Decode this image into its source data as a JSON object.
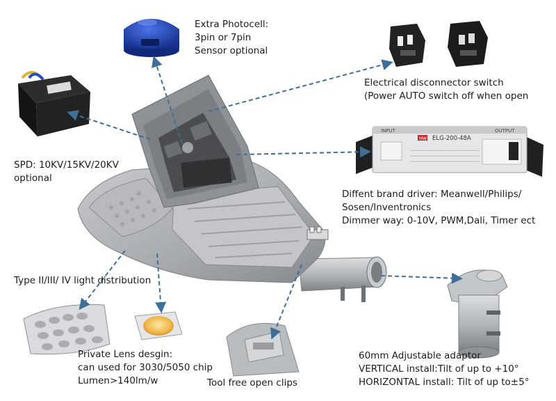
{
  "callouts": {
    "photocell": {
      "lines": [
        "Extra Photocell:",
        "3pin or 7pin",
        "Sensor optional"
      ]
    },
    "disconnector": {
      "lines": [
        "Electrical disconnector switch",
        "(Power AUTO switch off when open"
      ]
    },
    "spd": {
      "lines": [
        "SPD: 10KV/15KV/20KV",
        "optional"
      ]
    },
    "driver": {
      "lines": [
        "Diffent brand driver: Meanwell/Philips/",
        "Sosen/Inventronics",
        "Dimmer way: 0-10V, PWM,Dali, Timer ect"
      ]
    },
    "distribution": {
      "lines": [
        "Type II/III/ IV light distribution"
      ]
    },
    "lens": {
      "lines": [
        "Private Lens desgin:",
        "can used for 3030/5050 chip",
        "Lumen>140lm/w"
      ]
    },
    "clips": {
      "lines": [
        "Tool free open clips"
      ]
    },
    "adaptor": {
      "lines": [
        "60mm Adjustable adaptor",
        "VERTICAL install:Tilt of up to +10°",
        "HORIZONTAL install: Tilt of up to±5°"
      ]
    }
  },
  "driver_unit": {
    "brand": "MW",
    "model": "ELG-200-48A",
    "input_label": "INPUT",
    "output_label": "OUTPUT"
  },
  "colors": {
    "arrow": "#3f6e96",
    "housing": "#9a9da1",
    "photocell": "#1f45b8",
    "chip": "#f0b545"
  }
}
